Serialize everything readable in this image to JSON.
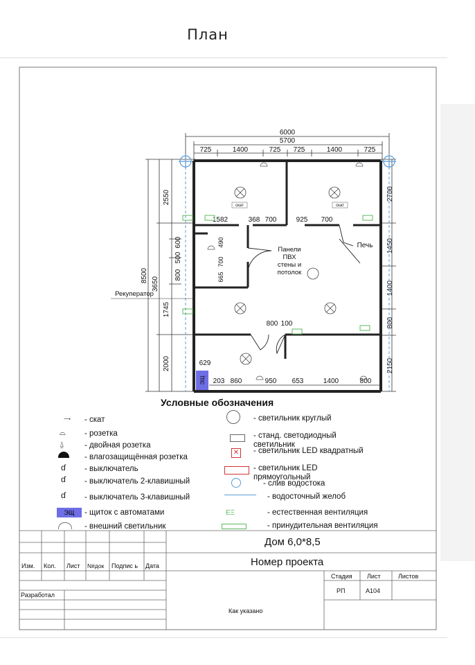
{
  "page_title": "План",
  "plan": {
    "overall_width": "6000",
    "inner_width": "5700",
    "top_segments": [
      "725",
      "1400",
      "725",
      "725",
      "1400",
      "725"
    ],
    "left_total": "8500",
    "left_dims": [
      "2550",
      "3650",
      "2000"
    ],
    "left_inner": [
      "600",
      "500",
      "800",
      "1745"
    ],
    "right_dims": [
      "2700",
      "1450",
      "1400",
      "800",
      "2150"
    ],
    "mid_row": [
      "1582",
      "368",
      "700",
      "925",
      "700"
    ],
    "inner_vert": [
      "490",
      "700",
      "665"
    ],
    "door_dims": [
      "800",
      "100"
    ],
    "bottom_segments": [
      "203",
      "860",
      "950",
      "653",
      "1400",
      "800"
    ],
    "shield_width": "629",
    "shield_label": "ЭЩ",
    "room_pech": "Печь",
    "panels_note": [
      "Панели",
      "ПВХ",
      "стены и",
      "потолок"
    ],
    "recuperator": "Рекуператор",
    "skat_label": "скат"
  },
  "legend": {
    "title": "Условные обозначения",
    "left": [
      {
        "icon": "slope-arrow-icon",
        "label": "- скат"
      },
      {
        "icon": "socket-icon",
        "label": "- розетка"
      },
      {
        "icon": "double-socket-icon",
        "label": "- двойная розетка"
      },
      {
        "icon": "waterproof-socket-icon",
        "label": "- влагозащищённая розетка"
      },
      {
        "icon": "switch-icon",
        "label": "- выключатель"
      },
      {
        "icon": "switch-2-icon",
        "label": "- выключатель 2-клавишный"
      },
      {
        "icon": "switch-3-icon",
        "label": "- выключатель 3-клавишный"
      },
      {
        "icon": "panel-icon",
        "label": "- щиток с автоматами"
      },
      {
        "icon": "outdoor-light-icon",
        "label": "- внешний светильник"
      }
    ],
    "right": [
      {
        "icon": "round-lamp-icon",
        "label": "- светильник круглый"
      },
      {
        "icon": "led-standard-icon",
        "label": "- станд. светодиодный светильник"
      },
      {
        "icon": "led-square-icon",
        "label": "- светильник LED квадратный"
      },
      {
        "icon": "led-rect-icon",
        "label": "- светильник LED прямоугольный"
      },
      {
        "icon": "downpipe-icon",
        "label": "- слив водостока"
      },
      {
        "icon": "gutter-icon",
        "label": "- водосточный желоб"
      },
      {
        "icon": "natural-vent-icon",
        "label": "- естественная вентиляция"
      },
      {
        "icon": "forced-vent-icon",
        "label": "- принудительная вентиляция"
      }
    ],
    "panel_badge": "ЭЩ"
  },
  "stamp": {
    "house": "Дом 6,0*8,5",
    "project_number": "Номер проекта",
    "columns": [
      "Изм.",
      "Кол.",
      "Лист",
      "N#док",
      "Подпис ь",
      "Дата"
    ],
    "developed": "Разработал",
    "scale": "Как указано",
    "stage_head": "Стадия",
    "sheet_head": "Лист",
    "sheets_head": "Листов",
    "stage": "РП",
    "sheet": "А104"
  }
}
